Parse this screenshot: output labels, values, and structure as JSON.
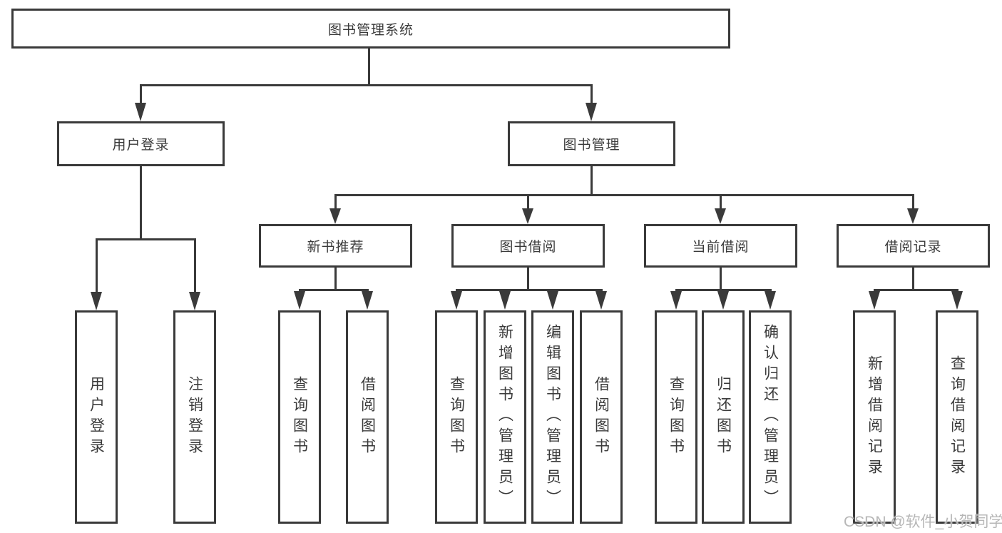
{
  "diagram": {
    "root": {
      "label": "图书管理系统"
    },
    "level2": {
      "user_login": {
        "label": "用户登录"
      },
      "book_mgmt": {
        "label": "图书管理"
      }
    },
    "level3": {
      "new_books": {
        "label": "新书推荐"
      },
      "book_borrow": {
        "label": "图书借阅"
      },
      "current_borrow": {
        "label": "当前借阅"
      },
      "borrow_records": {
        "label": "借阅记录"
      }
    },
    "leaves": {
      "user_login": [
        "用户登录",
        "注销登录"
      ],
      "new_books": [
        "查询图书",
        "借阅图书"
      ],
      "book_borrow": [
        "查询图书",
        "新增图书（管理员）",
        "编辑图书（管理员）",
        "借阅图书"
      ],
      "current_borrow": [
        "查询图书",
        "归还图书",
        "确认归还（管理员）"
      ],
      "borrow_records": [
        "新增借阅记录",
        "查询借阅记录"
      ]
    },
    "watermark": "CSDN @软件_小贺同学",
    "colors": {
      "line": "#3a3a3a",
      "text": "#3a3a3a",
      "box_bg": "#ffffff",
      "page_bg": "#ffffff",
      "watermark": "#b7b7b7"
    }
  }
}
